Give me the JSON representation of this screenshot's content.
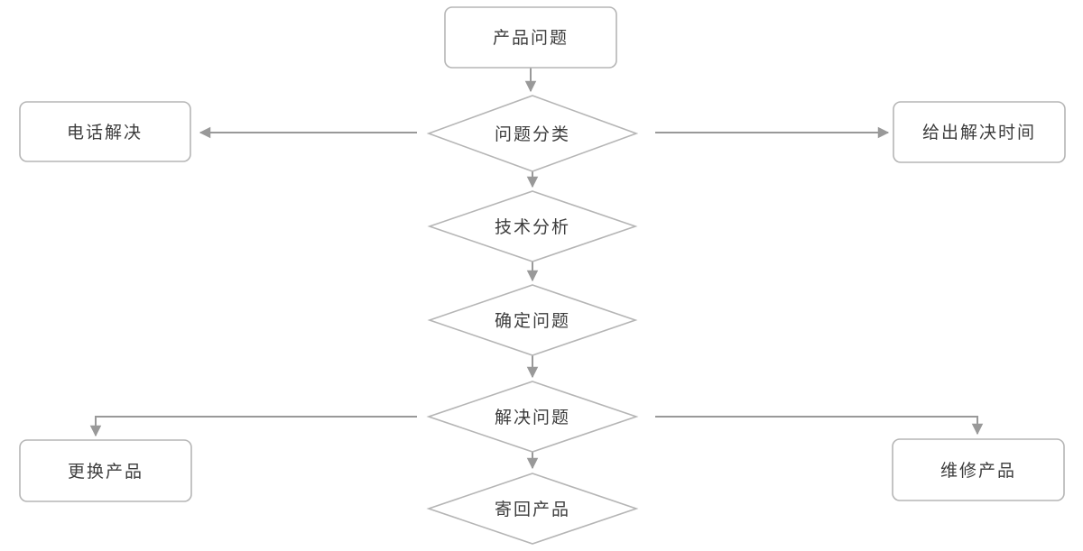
{
  "diagram": {
    "colors": {
      "background": "#ffffff",
      "shape_fill": "#ffffff",
      "shape_border": "#b5b5b5",
      "line": "#999999",
      "text": "#3d3d3d"
    },
    "nodes": {
      "start": {
        "label": "产品问题",
        "shape": "rounded-rectangle"
      },
      "classify": {
        "label": "问题分类",
        "shape": "diamond"
      },
      "phone": {
        "label": "电话解决",
        "shape": "rounded-rectangle"
      },
      "give_time": {
        "label": "给出解决时间",
        "shape": "rounded-rectangle"
      },
      "tech": {
        "label": "技术分析",
        "shape": "diamond"
      },
      "confirm": {
        "label": "确定问题",
        "shape": "diamond"
      },
      "solve": {
        "label": "解决问题",
        "shape": "diamond"
      },
      "replace": {
        "label": "更换产品",
        "shape": "rounded-rectangle"
      },
      "repair": {
        "label": "维修产品",
        "shape": "rounded-rectangle"
      },
      "send_back": {
        "label": "寄回产品",
        "shape": "diamond"
      }
    },
    "edges": [
      {
        "from": "start",
        "to": "classify"
      },
      {
        "from": "classify",
        "to": "phone"
      },
      {
        "from": "classify",
        "to": "give_time"
      },
      {
        "from": "classify",
        "to": "tech"
      },
      {
        "from": "tech",
        "to": "confirm"
      },
      {
        "from": "confirm",
        "to": "solve"
      },
      {
        "from": "solve",
        "to": "replace"
      },
      {
        "from": "solve",
        "to": "repair"
      },
      {
        "from": "solve",
        "to": "send_back"
      }
    ]
  }
}
